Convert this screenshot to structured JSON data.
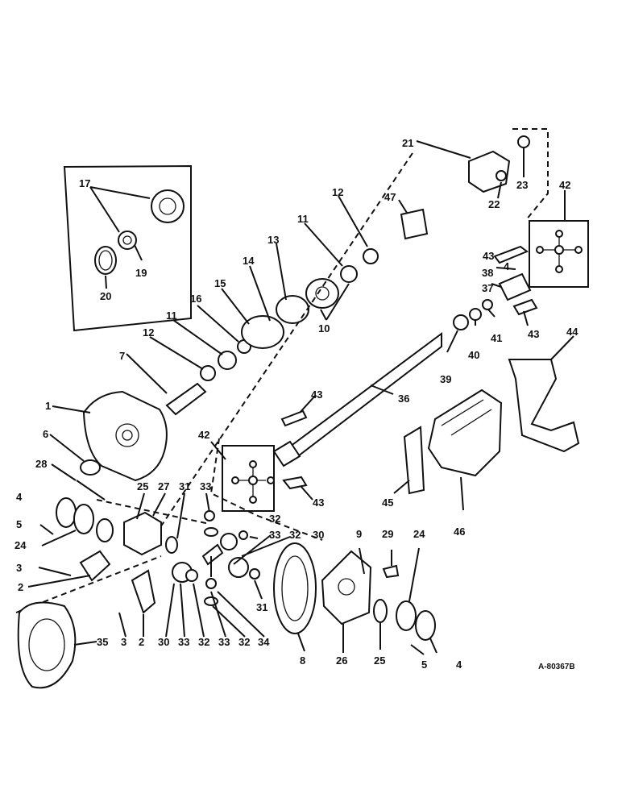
{
  "drawing_number": "A-80367B",
  "callouts": {
    "c1": "1",
    "c2a": "2",
    "c2b": "2",
    "c3a": "3",
    "c3b": "3",
    "c4a": "4",
    "c4b": "4",
    "c4c": "4",
    "c5a": "5",
    "c5b": "5",
    "c6": "6",
    "c7": "7",
    "c8": "8",
    "c9": "9",
    "c10": "10",
    "c11a": "11",
    "c11b": "11",
    "c12a": "12",
    "c12b": "12",
    "c13": "13",
    "c14": "14",
    "c15": "15",
    "c16": "16",
    "c17": "17",
    "c19": "19",
    "c20": "20",
    "c21": "21",
    "c22": "22",
    "c23": "23",
    "c24a": "24",
    "c24b": "24",
    "c25a": "25",
    "c25b": "25",
    "c26": "26",
    "c27": "27",
    "c28": "28",
    "c29": "29",
    "c30a": "30",
    "c30b": "30",
    "c31a": "31",
    "c31b": "31",
    "c32a": "32",
    "c32b": "32",
    "c32c": "32",
    "c32d": "32",
    "c33a": "33",
    "c33b": "33",
    "c33c": "33",
    "c33d": "33",
    "c34": "34",
    "c35": "35",
    "c36": "36",
    "c37": "37",
    "c38": "38",
    "c39": "39",
    "c40": "40",
    "c41": "41",
    "c42a": "42",
    "c42b": "42",
    "c43a": "43",
    "c43b": "43",
    "c43c": "43",
    "c43d": "43",
    "c44": "44",
    "c45": "45",
    "c46": "46",
    "c47": "47"
  }
}
